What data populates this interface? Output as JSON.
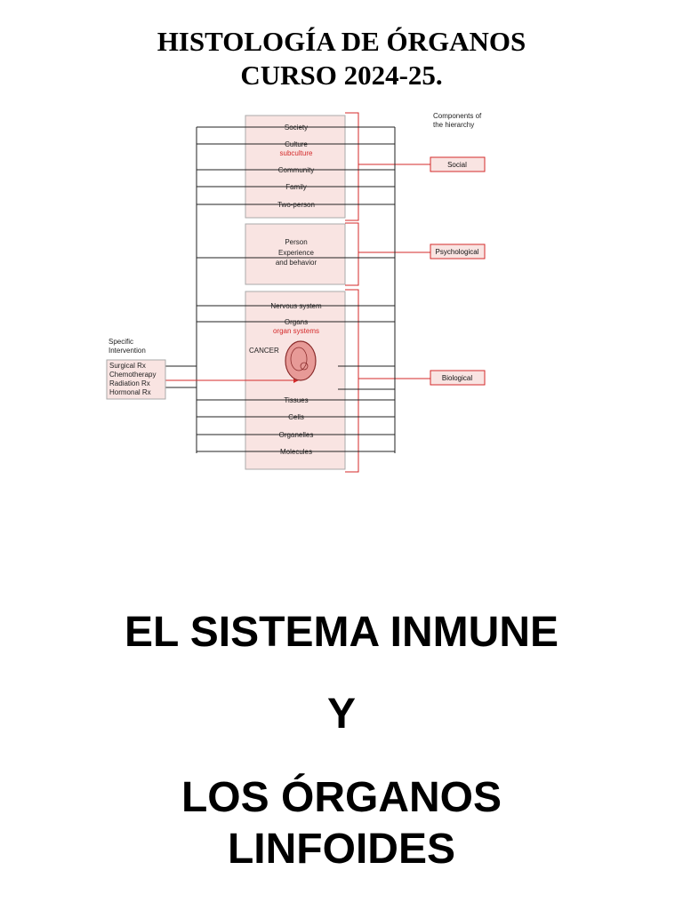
{
  "header": {
    "line1": "HISTOLOGÍA DE ÓRGANOS",
    "line2": "CURSO 2024-25."
  },
  "figure": {
    "components_title_1": "Components of",
    "components_title_2": "the hierarchy",
    "social_group": [
      "Society",
      "Culture",
      "Community",
      "Family",
      "Two-person"
    ],
    "social_sub": "subculture",
    "psych_group": [
      "Person",
      "Experience",
      "and behavior"
    ],
    "bio_group_top": [
      "Nervous system",
      "Organs"
    ],
    "bio_sub": "organ systems",
    "cancer": "CANCER",
    "bio_group_bottom": [
      "Tissues",
      "Cells",
      "Organelles",
      "Molecules"
    ],
    "components": [
      "Social",
      "Psychological",
      "Biological"
    ],
    "intervention_title_1": "Specific",
    "intervention_title_2": "Intervention",
    "interventions": [
      "Surgical Rx",
      "Chemotherapy",
      "Radiation Rx",
      "Hormonal Rx"
    ],
    "colors": {
      "box_fill": "#f9e4e2",
      "accent_red": "#d42a2a",
      "line": "#222222"
    }
  },
  "title": {
    "line1": "EL SISTEMA INMUNE",
    "line2": "Y",
    "line3": "LOS ÓRGANOS",
    "line4": "LINFOIDES"
  }
}
